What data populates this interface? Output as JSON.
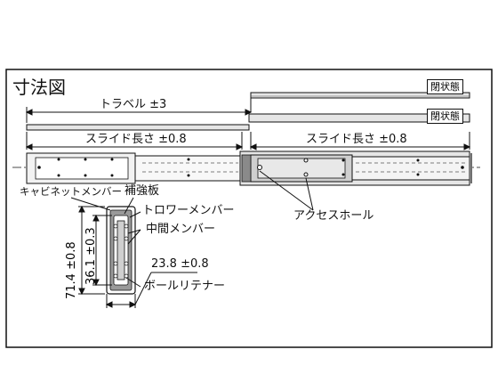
{
  "title": "寸法図",
  "labels": {
    "closed_state_top": "閉状態",
    "closed_state_bottom": "閉状態",
    "travel": "トラベル ±3",
    "slide_length_left": "スライド長さ ±0.8",
    "slide_length_right": "スライド長さ ±0.8",
    "cabinet_member": "キャビネットメンバー",
    "reinforcement_plate": "補強板",
    "drawer_member": "トロワーメンバー",
    "access_hole": "アクセスホール",
    "middle_member": "中間メンバー",
    "width_dim": "23.8 ±0.8",
    "ball_retainer": "ボールリテナー",
    "height_outer": "71.4 ±0.8",
    "height_inner": "36.1 ±0.3"
  },
  "colors": {
    "line": "#111111",
    "fill_light": "#e6e6e6",
    "fill_mid": "#cfcfcf",
    "fill_dark": "#8a8a8a"
  }
}
